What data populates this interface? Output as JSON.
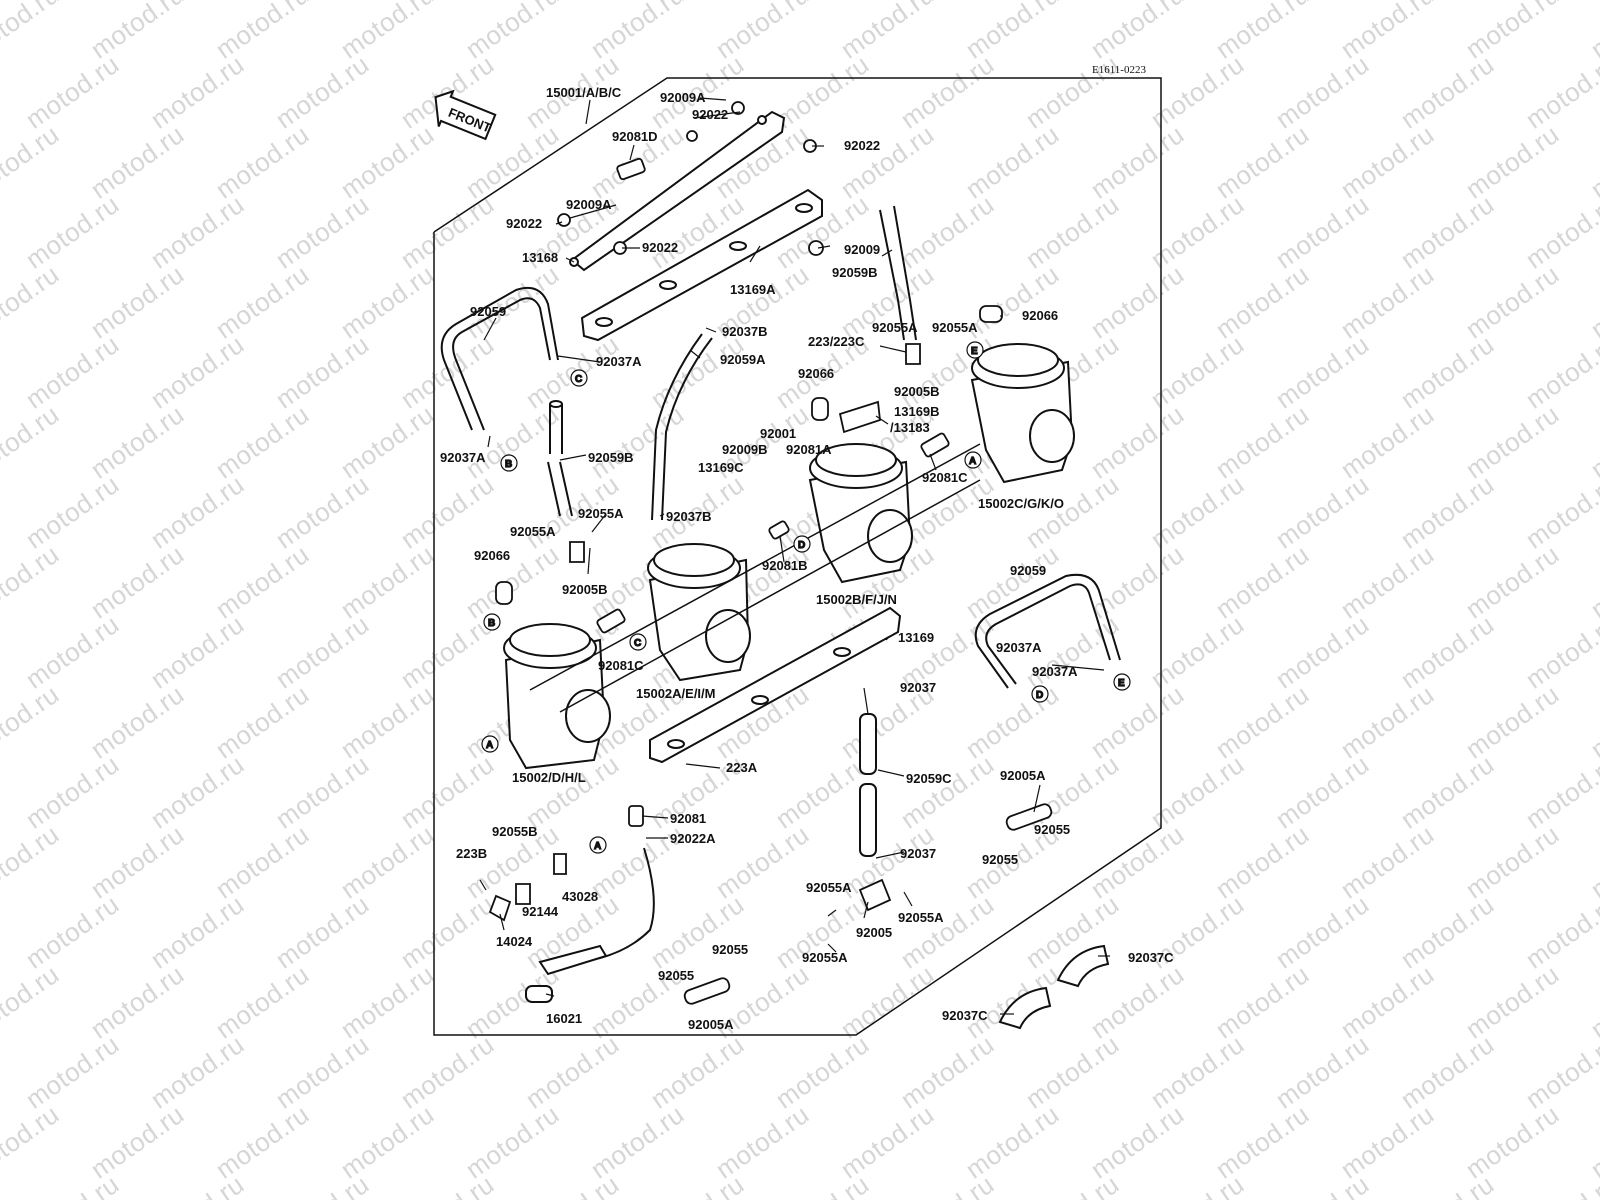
{
  "diagram_code": "E1611-0223",
  "front_label": "FRONT",
  "watermark_text": "motod.ru",
  "callout_letters": [
    "A",
    "B",
    "C",
    "D",
    "E"
  ],
  "parts": {
    "p15001": "15001/A/B/C",
    "p92009A_top": "92009A",
    "p92022_a": "92022",
    "p92081D": "92081D",
    "p92022_b": "92022",
    "p92009A_mid": "92009A",
    "p92022_c": "92022",
    "p92022_d": "92022",
    "p13168": "13168",
    "p13169A": "13169A",
    "p92009": "92009",
    "p92059B_top": "92059B",
    "p92059_left": "92059",
    "p92037A_top": "92037A",
    "p92037B_top": "92037B",
    "p92059A": "92059A",
    "p223_223C": "223/223C",
    "p92055A_r1": "92055A",
    "p92055A_r2": "92055A",
    "p92066_right": "92066",
    "p92066_mid": "92066",
    "p92005B_right": "92005B",
    "p13169B": "13169B",
    "p13183": "/13183",
    "p92037A_left": "92037A",
    "p92059B_left": "92059B",
    "p92001": "92001",
    "p92009B": "92009B",
    "p92081A": "92081A",
    "p13169C": "13169C",
    "p92081C_right": "92081C",
    "p15002CGKO": "15002C/G/K/O",
    "p92055A_l1": "92055A",
    "p92055A_l2": "92055A",
    "p92066_left": "92066",
    "p92005B_left": "92005B",
    "p92037B_mid": "92037B",
    "p92081B": "92081B",
    "p15002BFJN": "15002B/F/J/N",
    "p92059_right": "92059",
    "p92037A_r1": "92037A",
    "p92037A_r2": "92037A",
    "p13169": "13169",
    "p92081C_left": "92081C",
    "p15002AEIM": "15002A/E/I/M",
    "p92037_a": "92037",
    "p15002DHL": "15002/D/H/L",
    "p223A": "223A",
    "p92059C": "92059C",
    "p92005A_r": "92005A",
    "p92055_r1": "92055",
    "p92055_r2": "92055",
    "p92081": "92081",
    "p92022A": "92022A",
    "p92055B": "92055B",
    "p223B": "223B",
    "p43028": "43028",
    "p92144": "92144",
    "p14024": "14024",
    "p92037_b": "92037",
    "p92055A_b1": "92055A",
    "p92055A_b2": "92055A",
    "p92055A_b3": "92055A",
    "p92005": "92005",
    "p92055_b1": "92055",
    "p92055_b2": "92055",
    "p92005A_b": "92005A",
    "p16021": "16021",
    "p92037C_a": "92037C",
    "p92037C_b": "92037C"
  }
}
